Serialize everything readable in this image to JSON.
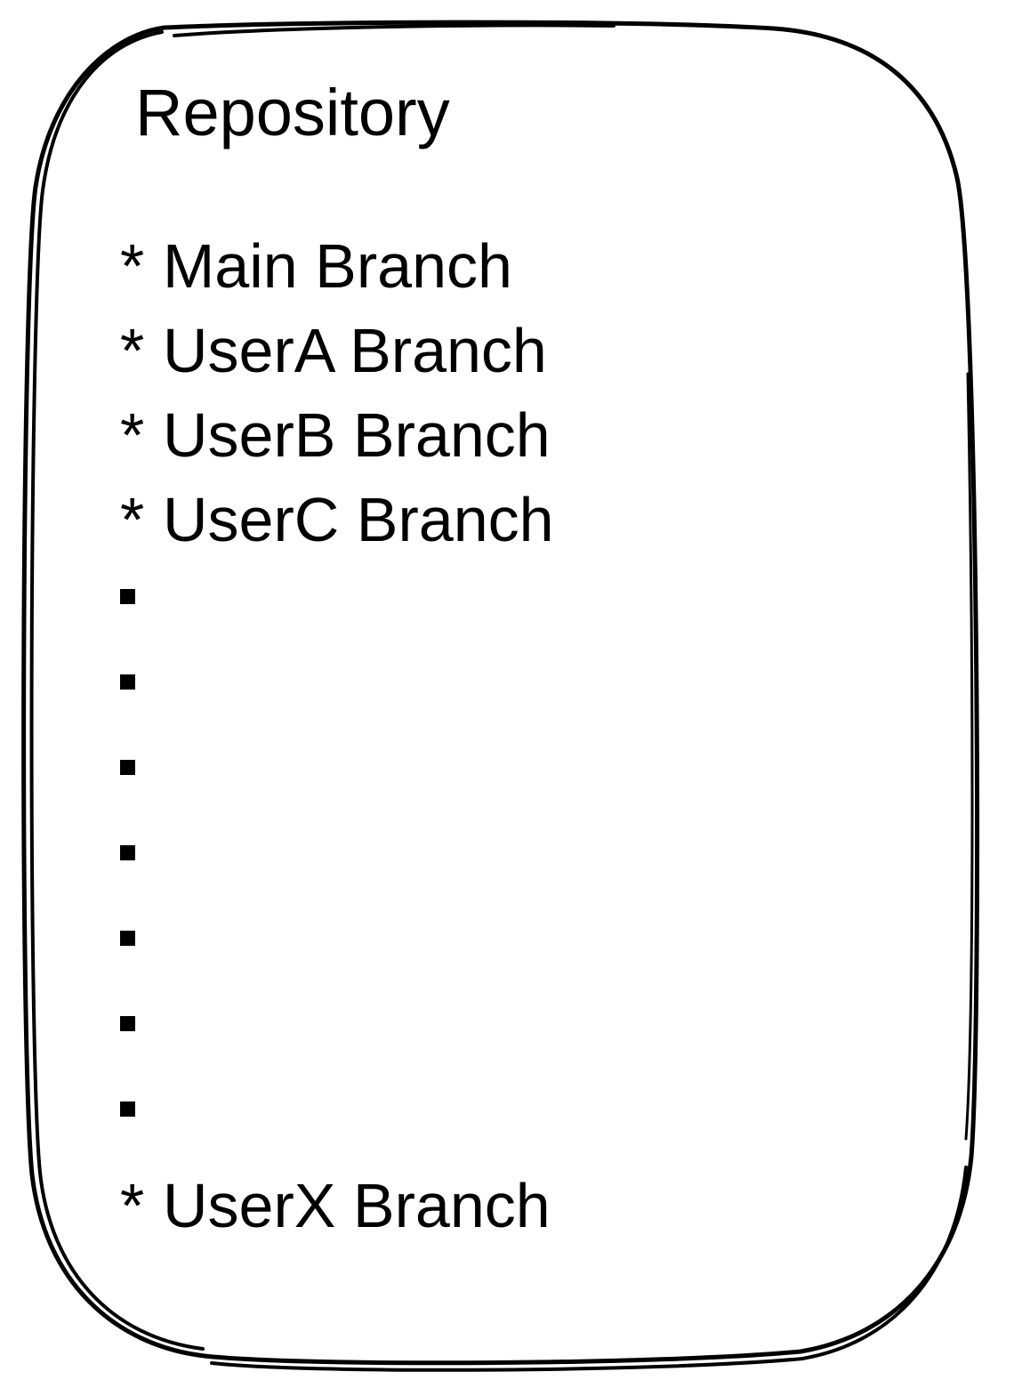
{
  "diagram": {
    "type": "sketch-rounded-box",
    "title": "Repository",
    "stroke_color": "#000000",
    "fill_color": "#ffffff",
    "style": "hand-drawn double stroke"
  },
  "branches": {
    "bullet": "*",
    "items": [
      {
        "label": "Main Branch"
      },
      {
        "label": "UserA Branch"
      },
      {
        "label": "UserB Branch"
      },
      {
        "label": "UserC Branch"
      }
    ],
    "tail": {
      "label": "UserX Branch"
    }
  },
  "ellipsis": {
    "glyph": "▪",
    "count": 7,
    "meaning": "vertical ellipsis indicating omitted branches"
  }
}
